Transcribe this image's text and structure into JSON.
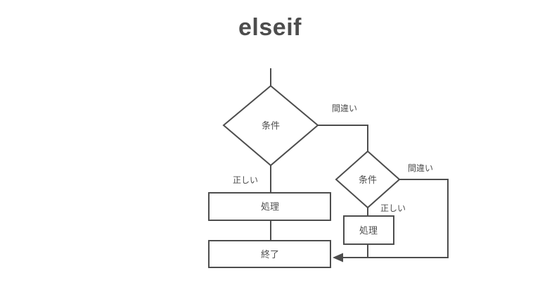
{
  "title": "elseif",
  "flowchart": {
    "condition1": {
      "label": "条件"
    },
    "condition2": {
      "label": "条件"
    },
    "process1": {
      "label": "処理"
    },
    "process2": {
      "label": "処理"
    },
    "end": {
      "label": "終了"
    },
    "edge_labels": {
      "false1": "間違い",
      "true1": "正しい",
      "false2": "間違い",
      "true2": "正しい"
    }
  },
  "colors": {
    "line": "#4d4d4d",
    "text": "#4d4d4d",
    "background": "#ffffff"
  }
}
